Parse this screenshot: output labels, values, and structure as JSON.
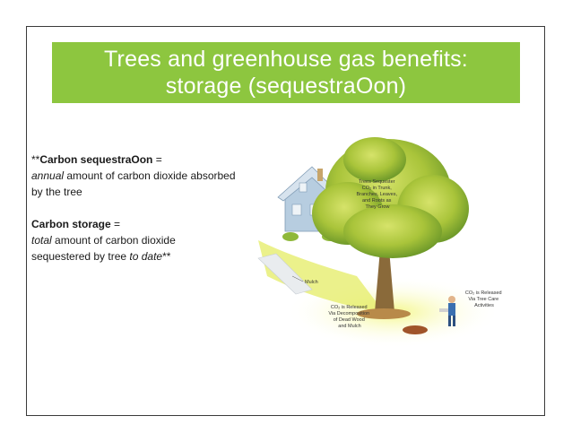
{
  "title": {
    "line1": "Trees and greenhouse gas beneﬁts:",
    "line2": "storage (sequestraOon)"
  },
  "definitions": {
    "sequestration": {
      "prefix": "**",
      "term": "Carbon sequestraOon",
      "equals": " =",
      "qualifier": "annual",
      "rest": " amount of carbon dioxide absorbed by the tree"
    },
    "storage": {
      "term": "Carbon storage",
      "equals": " =",
      "qualifier": "total",
      "middle": " amount of carbon dioxide sequestered by tree ",
      "to_date": "to date",
      "suffix": "**"
    }
  },
  "illustration": {
    "label_trees": [
      "Trees Sequester",
      "CO₂ in Trunk,",
      "Branches, Leaves,",
      "and Roots as",
      "They Grow"
    ],
    "label_mulch": "Mulch",
    "label_decomp": [
      "CO₂ is Released",
      "Via Decomposition",
      "of Dead Wood",
      "and Mulch"
    ],
    "label_care": [
      "CO₂ is Released",
      "Via Tree Care",
      "Activities"
    ]
  },
  "colors": {
    "banner": "#8dc63f",
    "foliage": "#a8c83a",
    "house": "#a9c4dc",
    "ground": "#e8f07a"
  }
}
